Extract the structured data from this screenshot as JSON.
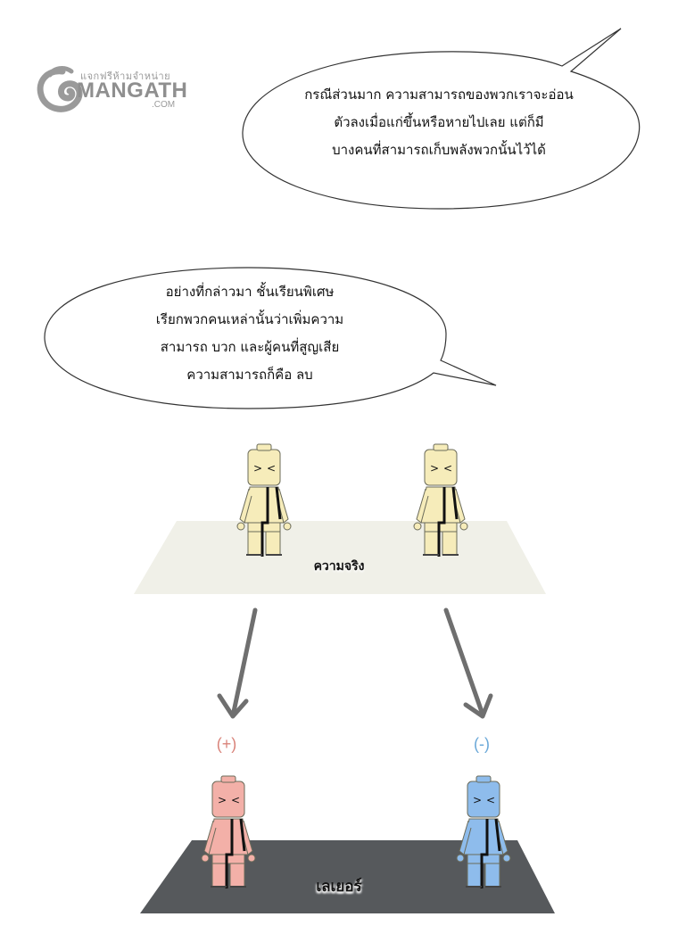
{
  "logo": {
    "tagline": "แจกฟรีห้ามจำหน่าย",
    "name": "MANGATH",
    "domain": ".COM"
  },
  "bubble1": {
    "lines": [
      "กรณีส่วนมาก ความสามารถของพวกเราจะอ่อน",
      "ตัวลงเมื่อแก่ขึ้นหรือหายไปเลย แต่ก็มี",
      "บางคนที่สามารถเก็บพลังพวกนั้นไว้ได้"
    ]
  },
  "bubble2": {
    "lines": [
      "อย่างที่กล่าวมา ชั้นเรียนพิเศษ",
      "เรียกพวกคนเหล่านั้นว่าเพิ่มความ",
      "สามารถ บวก และผู้คนที่สูญเสีย",
      "ความสามารถก็คือ ลบ"
    ]
  },
  "diagram": {
    "top_platform_label": "ความจริง",
    "bottom_platform_label": "เลเยอร์",
    "plus_label": "(+)",
    "minus_label": "(-)",
    "colors": {
      "figure_cream": "#f6ecba",
      "figure_plus": "#f3b0a8",
      "figure_minus": "#8ebcec",
      "plus_text": "#d9837a",
      "minus_text": "#6aa8d8",
      "top_platform": "#f0f0e8",
      "bottom_platform": "#56595c",
      "arrow": "#6f6f6f"
    }
  }
}
